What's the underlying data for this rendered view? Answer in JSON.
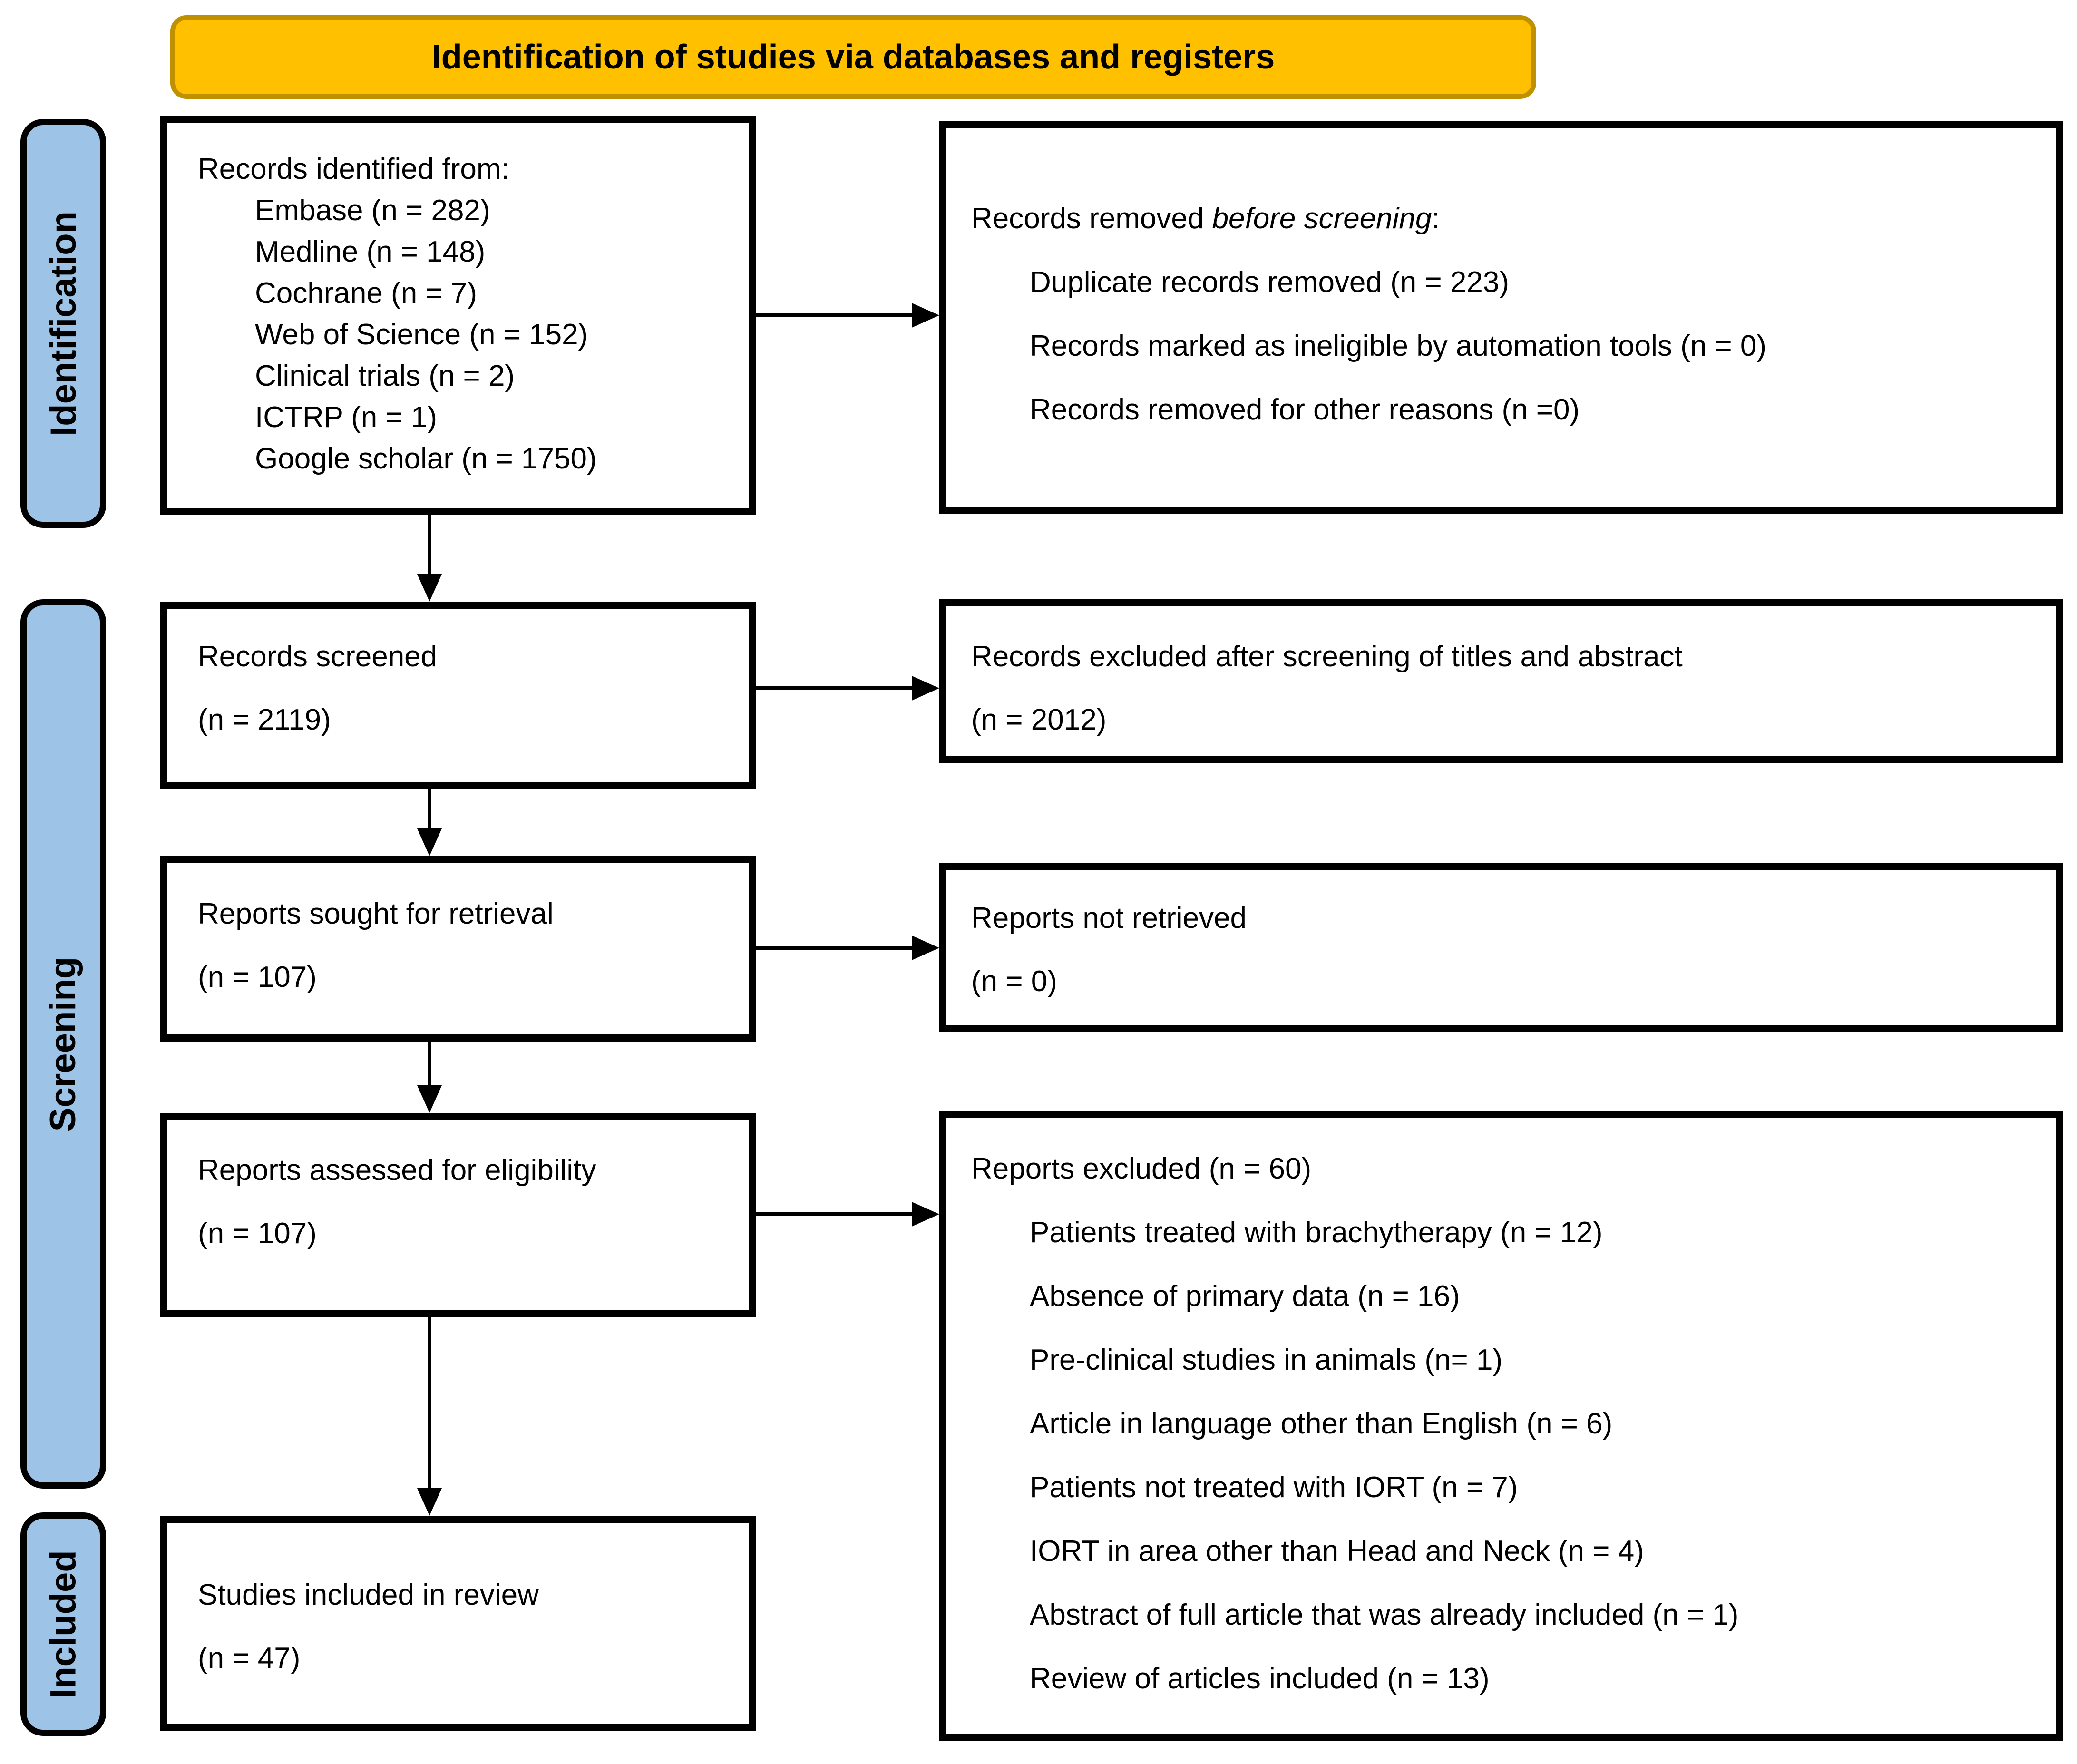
{
  "title_banner": "Identification of studies via databases and registers",
  "stages": {
    "identification": "Identification",
    "screening": "Screening",
    "included": "Included"
  },
  "boxes": {
    "identified": {
      "header": "Records identified from:",
      "items": [
        "Embase (n = 282)",
        "Medline (n = 148)",
        "Cochrane (n = 7)",
        "Web of Science (n = 152)",
        "Clinical trials (n = 2)",
        "ICTRP (n = 1)",
        "Google scholar (n = 1750)"
      ]
    },
    "removed_before_screening": {
      "header_prefix": "Records removed ",
      "header_italic": "before screening",
      "header_suffix": ":",
      "items": [
        "Duplicate records removed (n = 223)",
        "Records marked as ineligible by automation tools (n = 0)",
        "Records removed for other reasons (n =0)"
      ]
    },
    "screened": {
      "line1": "Records screened",
      "line2": "(n = 2119)"
    },
    "excluded_after_screening": {
      "line1": "Records excluded after screening of titles and abstract",
      "line2": "(n = 2012)"
    },
    "sought_for_retrieval": {
      "line1": "Reports sought for retrieval",
      "line2": "(n = 107)"
    },
    "not_retrieved": {
      "line1": "Reports not retrieved",
      "line2": "(n = 0)"
    },
    "assessed_for_eligibility": {
      "line1": "Reports assessed for eligibility",
      "line2": "(n = 107)"
    },
    "excluded_after_eligibility": {
      "header": "Reports excluded (n = 60)",
      "items": [
        "Patients treated with brachytherapy (n = 12)",
        "Absence of primary data (n = 16)",
        "Pre-clinical studies in animals (n= 1)",
        "Article in language other than English (n = 6)",
        "Patients not treated with IORT (n = 7)",
        "IORT in area other than Head and Neck (n = 4)",
        "Abstract of full article that was already included (n = 1)",
        "Review of articles included (n = 13)"
      ]
    },
    "included_in_review": {
      "line1": "Studies included in review",
      "line2": "(n = 47)"
    }
  },
  "colors": {
    "banner_fill": "#FFC000",
    "banner_border": "#BF9000",
    "stage_fill": "#9DC3E6",
    "stage_border": "#000000",
    "box_fill": "#FFFFFF",
    "box_border": "#000000",
    "arrow": "#000000",
    "text": "#000000"
  }
}
